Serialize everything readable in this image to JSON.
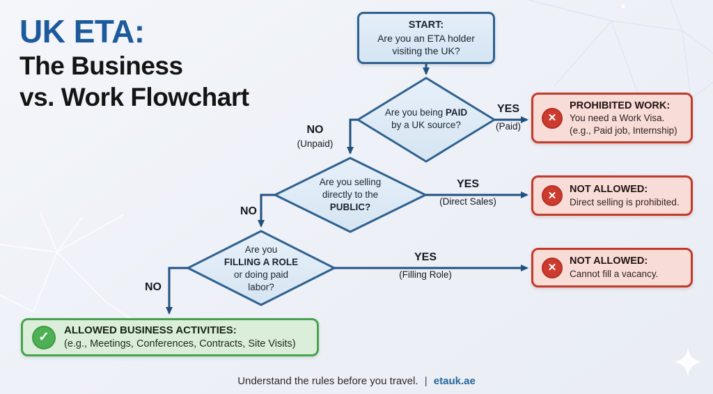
{
  "title": {
    "accent": "UK ETA:",
    "line1": "The Business",
    "line2": "vs. Work Flowchart"
  },
  "start": {
    "heading": "START:",
    "line1": "Are you an ETA holder",
    "line2": "visiting the UK?"
  },
  "decision_paid": {
    "line1_pre": "Are you being",
    "line1_bold": "PAID",
    "line2": "by a UK source?"
  },
  "decision_public": {
    "line1": "Are you selling",
    "line2": "directly to the",
    "line3_bold": "PUBLIC?"
  },
  "decision_role": {
    "line1": "Are you",
    "line2_bold": "FILLING A ROLE",
    "line3": "or doing paid",
    "line4": "labor?"
  },
  "edges": {
    "paid_yes": {
      "label": "YES",
      "sub": "(Paid)"
    },
    "paid_no": {
      "label": "NO",
      "sub": "(Unpaid)"
    },
    "public_yes": {
      "label": "YES",
      "sub": "(Direct Sales)"
    },
    "public_no": {
      "label": "NO"
    },
    "role_yes": {
      "label": "YES",
      "sub": "(Filling Role)"
    },
    "role_no": {
      "label": "NO"
    }
  },
  "outcomes": {
    "prohibited": {
      "icon": "✕",
      "title": "PROHIBITED WORK:",
      "line1": "You need a Work Visa.",
      "line2": "(e.g., Paid job, Internship)"
    },
    "direct_sales": {
      "icon": "✕",
      "title": "NOT ALLOWED:",
      "line1": "Direct selling is prohibited."
    },
    "vacancy": {
      "icon": "✕",
      "title": "NOT ALLOWED:",
      "line1": "Cannot fill a vacancy."
    },
    "allowed": {
      "icon": "✓",
      "title": "ALLOWED BUSINESS ACTIVITIES:",
      "line1": "(e.g., Meetings, Conferences, Contracts, Site Visits)"
    }
  },
  "footer": {
    "text": "Understand the rules before you travel.",
    "separator": "|",
    "brand": "etauk.ae"
  },
  "colors": {
    "accent_blue": "#1d5a9b",
    "node_fill": "#dce9f5",
    "node_border": "#2e618f",
    "arrow": "#21507f",
    "reject_fill": "#f8dcd8",
    "reject_border": "#c03a2b",
    "reject_icon": "#cd3a2e",
    "allow_fill": "#daeeda",
    "allow_border": "#48a14d",
    "allow_icon": "#4db053"
  }
}
